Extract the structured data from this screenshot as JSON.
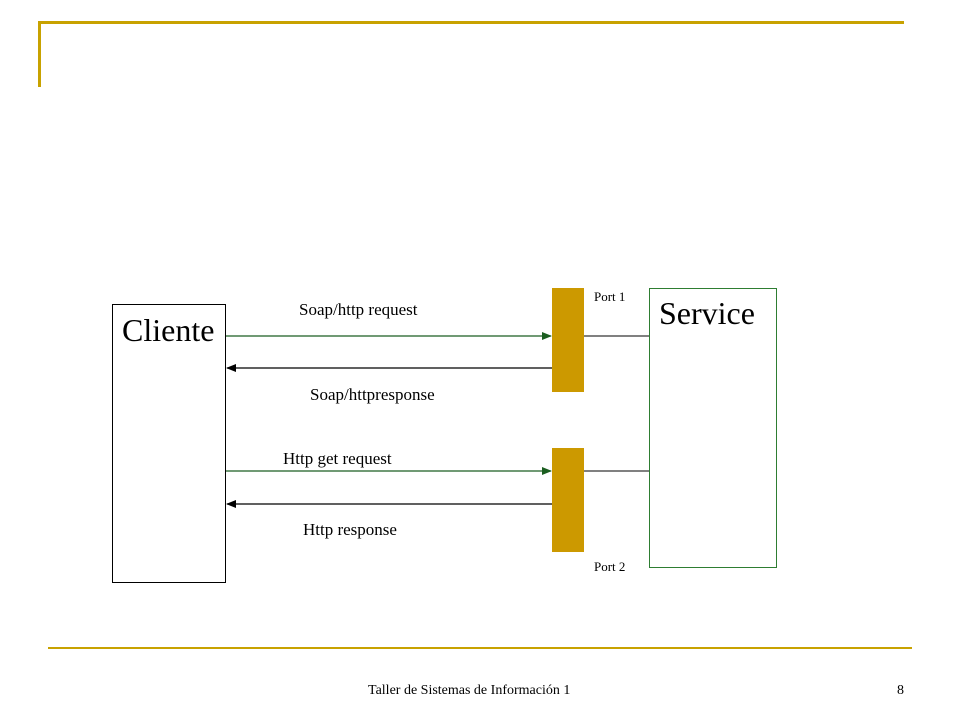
{
  "diagram": {
    "client_label": "Cliente",
    "service_label": "Service",
    "port1_label": "Port 1",
    "port2_label": "Port 2",
    "soap_request_label": "Soap/http request",
    "soap_response_label": "Soap/httpresponse",
    "http_get_label": "Http get request",
    "http_response_label": "Http response"
  },
  "footer": {
    "title": "Taller de Sistemas de Información 1",
    "page_number": "8"
  },
  "colors": {
    "accent_rule": "#c8a200",
    "port_fill": "#cc9900",
    "request_arrow": "#1b5e20",
    "response_arrow": "#000000"
  }
}
